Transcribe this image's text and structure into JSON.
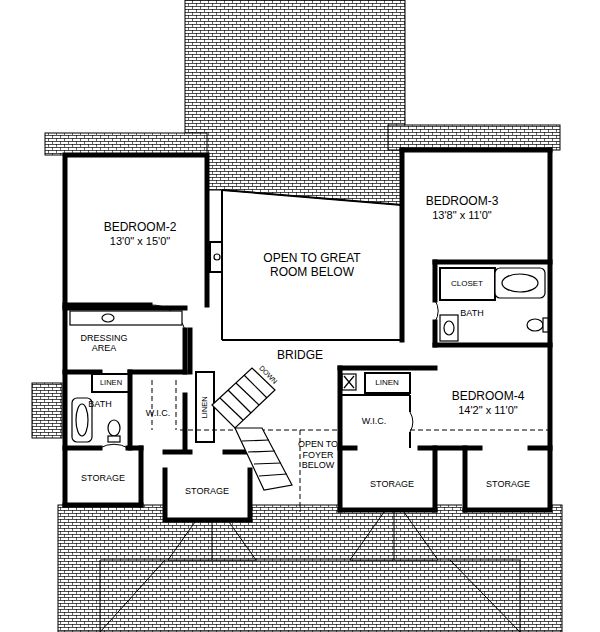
{
  "diagram": {
    "nodes": [
      {
        "text": [
          "BEDROOM-2",
          "13'0\" x 15'0\""
        ]
      },
      {
        "text": [
          "OPEN TO GREAT ROOM BELOW"
        ]
      },
      {
        "text": [
          "BEDROOM-3",
          "13'8\" x 11'0\""
        ]
      },
      {
        "text": [
          "CLOSET"
        ]
      },
      {
        "text": [
          "BATH"
        ]
      },
      {
        "text": [
          "DRESSING AREA"
        ]
      },
      {
        "text": [
          "BRIDGE"
        ]
      },
      {
        "text": [
          "LINEN"
        ]
      },
      {
        "text": [
          "BATH"
        ]
      },
      {
        "text": [
          "W.I.C."
        ]
      },
      {
        "text": [
          "LINEN"
        ]
      },
      {
        "text": [
          "OPEN TO FOYER BELOW"
        ]
      },
      {
        "text": [
          "LINEN"
        ]
      },
      {
        "text": [
          "W.I.C."
        ]
      },
      {
        "text": [
          "BEDROOM-4",
          "14'2\" x 11'0\""
        ]
      },
      {
        "text": [
          "STORAGE"
        ]
      },
      {
        "text": [
          "STORAGE"
        ]
      },
      {
        "text": [
          "STORAGE"
        ]
      },
      {
        "text": [
          "STORAGE"
        ]
      }
    ],
    "labels": [
      "DOWN"
    ]
  }
}
